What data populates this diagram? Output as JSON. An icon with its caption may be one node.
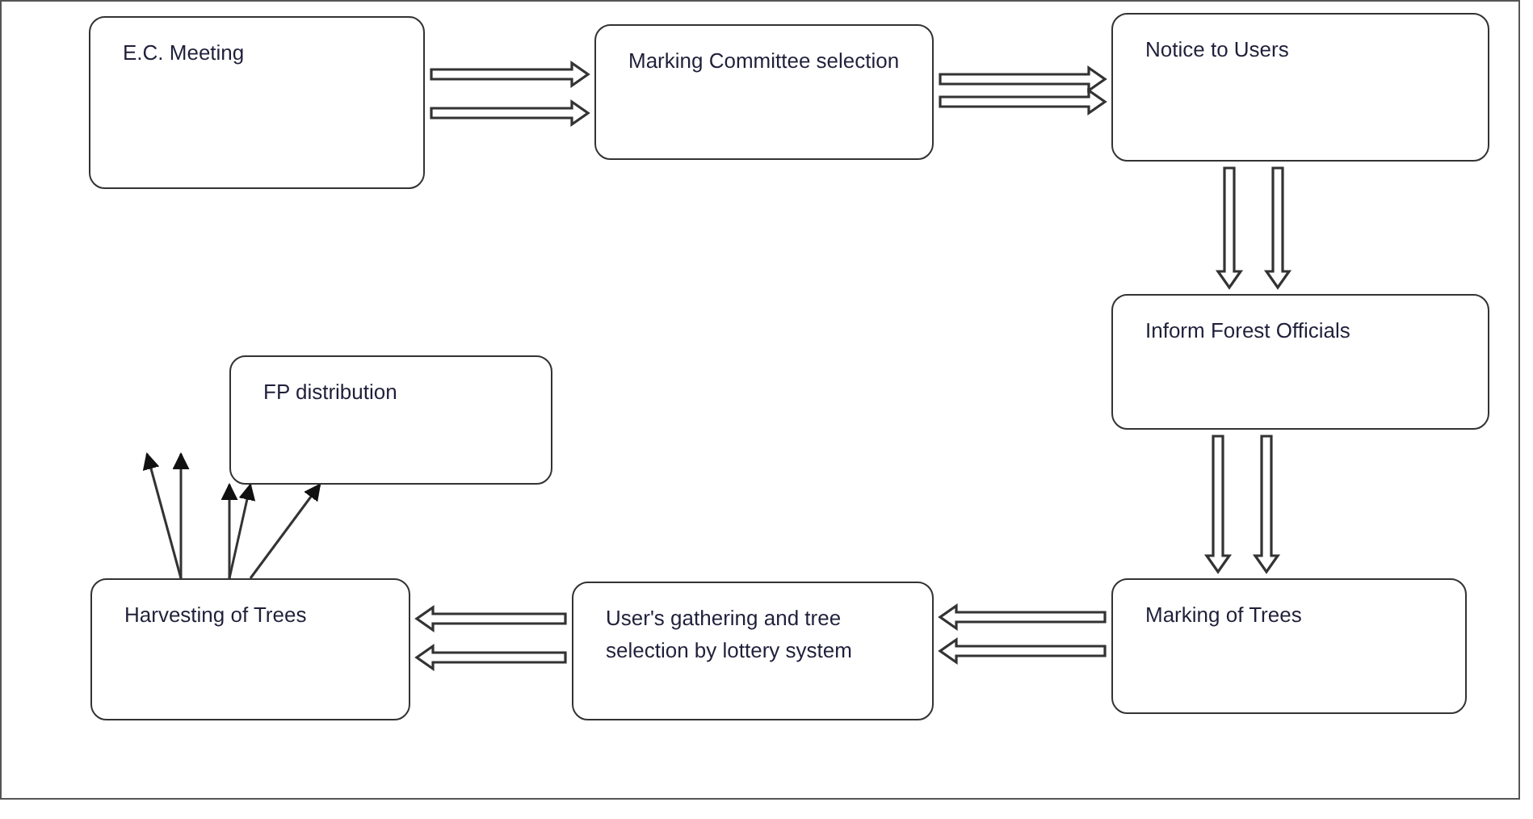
{
  "diagram": {
    "nodes": [
      {
        "text": [
          "E.C. Meeting"
        ]
      },
      {
        "text": [
          "Marking Committee selection"
        ]
      },
      {
        "text": [
          "Notice to Users"
        ]
      },
      {
        "text": [
          "Inform Forest Officials"
        ]
      },
      {
        "text": [
          "FP distribution"
        ]
      },
      {
        "text": [
          "Marking of Trees"
        ]
      },
      {
        "text": [
          "User's gathering and tree selection by lottery system"
        ]
      },
      {
        "text": [
          "Harvesting of Trees"
        ]
      }
    ],
    "edges": [
      {
        "from": 0,
        "to": 1,
        "arrow": "to",
        "style": "thick"
      },
      {
        "from": 0,
        "to": 1,
        "arrow": "to",
        "style": "thick"
      },
      {
        "from": 1,
        "to": 2,
        "arrow": "to",
        "style": "thick"
      },
      {
        "from": 1,
        "to": 2,
        "arrow": "to",
        "style": "thick"
      },
      {
        "from": 2,
        "to": 3,
        "arrow": "to",
        "style": "thick"
      },
      {
        "from": 2,
        "to": 3,
        "arrow": "to",
        "style": "thick"
      },
      {
        "from": 3,
        "to": 5,
        "arrow": "to",
        "style": "thick"
      },
      {
        "from": 3,
        "to": 5,
        "arrow": "to",
        "style": "thick"
      },
      {
        "from": 5,
        "to": 6,
        "arrow": "to",
        "style": "thick"
      },
      {
        "from": 5,
        "to": 6,
        "arrow": "to",
        "style": "thick"
      },
      {
        "from": 6,
        "to": 7,
        "arrow": "to",
        "style": "thick"
      },
      {
        "from": 6,
        "to": 7,
        "arrow": "to",
        "style": "thick"
      },
      {
        "from": 7,
        "to": null,
        "arrow": "to"
      },
      {
        "from": 7,
        "to": null,
        "arrow": "to"
      },
      {
        "from": 7,
        "to": 4,
        "arrow": "to"
      },
      {
        "from": 7,
        "to": 4,
        "arrow": "to"
      },
      {
        "from": 7,
        "to": 4,
        "arrow": "to"
      }
    ]
  }
}
